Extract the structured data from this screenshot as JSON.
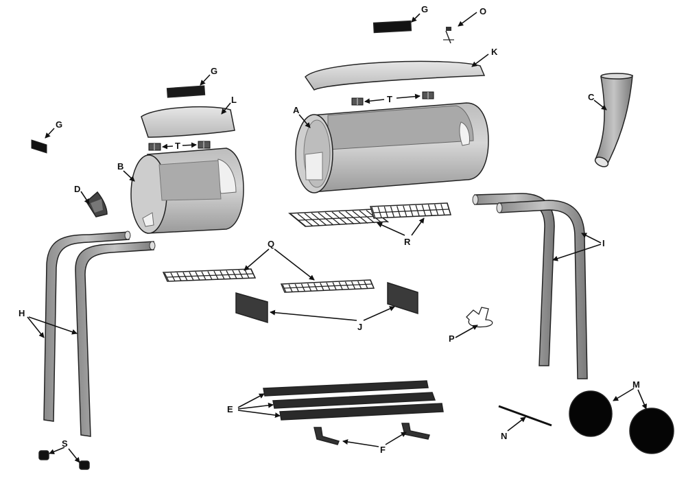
{
  "labels": {
    "A": "A",
    "B": "B",
    "C": "C",
    "D": "D",
    "E": "E",
    "F": "F",
    "G": "G",
    "H": "H",
    "I": "I",
    "J": "J",
    "K": "K",
    "L": "L",
    "M": "M",
    "N": "N",
    "O": "O",
    "P": "P",
    "Q": "Q",
    "R": "R",
    "S": "S",
    "T": "T"
  },
  "colors": {
    "metal": "#c9c9c9",
    "metal_dark": "#8f8f8f",
    "metal_light": "#e2e2e2",
    "black_part": "#121212",
    "plate": "#3a3a3a",
    "outline": "#222222"
  }
}
